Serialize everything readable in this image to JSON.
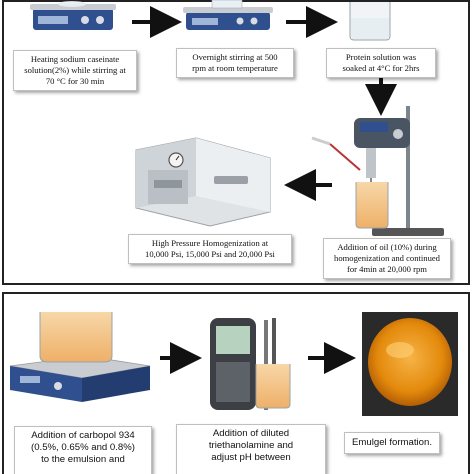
{
  "steps": {
    "step1": {
      "line1": "Heating sodium caseinate",
      "line2": "solution(2%) while stirring at",
      "line3": "70 °C for 30 min"
    },
    "step2": {
      "line1": "Overnight stirring at 500",
      "line2": "rpm at room temperature"
    },
    "step3": {
      "line1": "Protein solution was",
      "line2": "soaked at 4°C for 2hrs"
    },
    "step4": {
      "line1": "Addition of oil (10%) during",
      "line2": "homogenization and continued",
      "line3": "for 4min at 20,000 rpm"
    },
    "step5": {
      "line1": "High Pressure Homogenization at",
      "line2": "10,000 Psi, 15,000 Psi and 20,000 Psi"
    },
    "step6": {
      "line1": "Addition of carbopol 934",
      "line2": "(0.5%, 0.65% and 0.8%)",
      "line3": "to the emulsion and"
    },
    "step7": {
      "line1": "Addition of diluted",
      "line2": "triethanolamine and",
      "line3": "adjust pH between"
    },
    "step8": {
      "line1": "Emulgel formation."
    }
  },
  "colors": {
    "stirrer_body": "#2f4f8f",
    "plate": "#c9ccd1",
    "liquid": "#f2c48a",
    "emulgel": "#e8920f",
    "arrow": "#111111"
  },
  "icons": [
    "hot-plate-stirrer-icon",
    "magnetic-stirrer-icon",
    "beaker-icon",
    "homogenizer-icon",
    "high-pressure-homogenizer-icon",
    "ph-meter-icon",
    "emulgel-bowl-icon"
  ]
}
